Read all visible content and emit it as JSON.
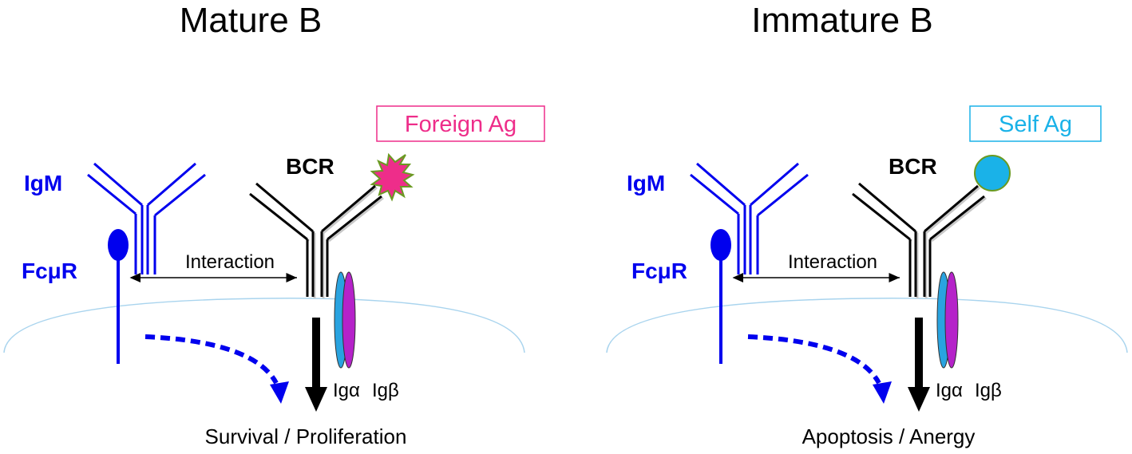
{
  "panels": [
    {
      "id": "mature",
      "title": "Mature B",
      "antigen_label": "Foreign Ag",
      "antigen_color": "#ee2d8a",
      "antigen_shape": "star-burst",
      "igm_label": "IgM",
      "fcmur_label": "FcμR",
      "bcr_label": "BCR",
      "interaction_label": "Interaction",
      "ig_alpha_label": "Igα",
      "ig_beta_label": "Igβ",
      "outcome_label": "Survival / Proliferation"
    },
    {
      "id": "immature",
      "title": "Immature B",
      "antigen_label": "Self Ag",
      "antigen_color": "#1ab2e8",
      "antigen_shape": "circle",
      "igm_label": "IgM",
      "fcmur_label": "FcμR",
      "bcr_label": "BCR",
      "interaction_label": "Interaction",
      "ig_alpha_label": "Igα",
      "ig_beta_label": "Igβ",
      "outcome_label": "Apoptosis / Anergy"
    }
  ],
  "colors": {
    "receptor_blue": "#0000ee",
    "bcr_black": "#000000",
    "membrane": "#a9d4ee",
    "ig_alpha": "#29a3e0",
    "ig_beta": "#b522c9"
  }
}
